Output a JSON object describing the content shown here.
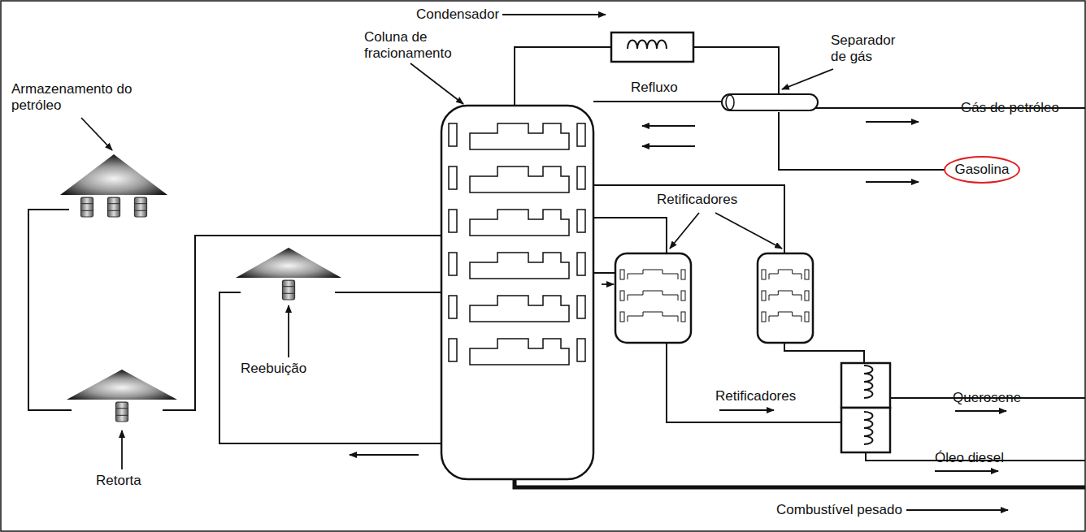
{
  "diagram": {
    "nodes": [
      {
        "text": [
          "Gasolina"
        ]
      }
    ],
    "labels": [
      "Condensador",
      "Coluna de fracionamento",
      "Separador de gás",
      "Armazenamento do petróleo",
      "Gás de petróleo",
      "Refluxo",
      "Retificadores",
      "Reebuição",
      "Retorta",
      "Retificadores",
      "Querosene",
      "Óleo diesel",
      "Combustível pesado"
    ]
  }
}
